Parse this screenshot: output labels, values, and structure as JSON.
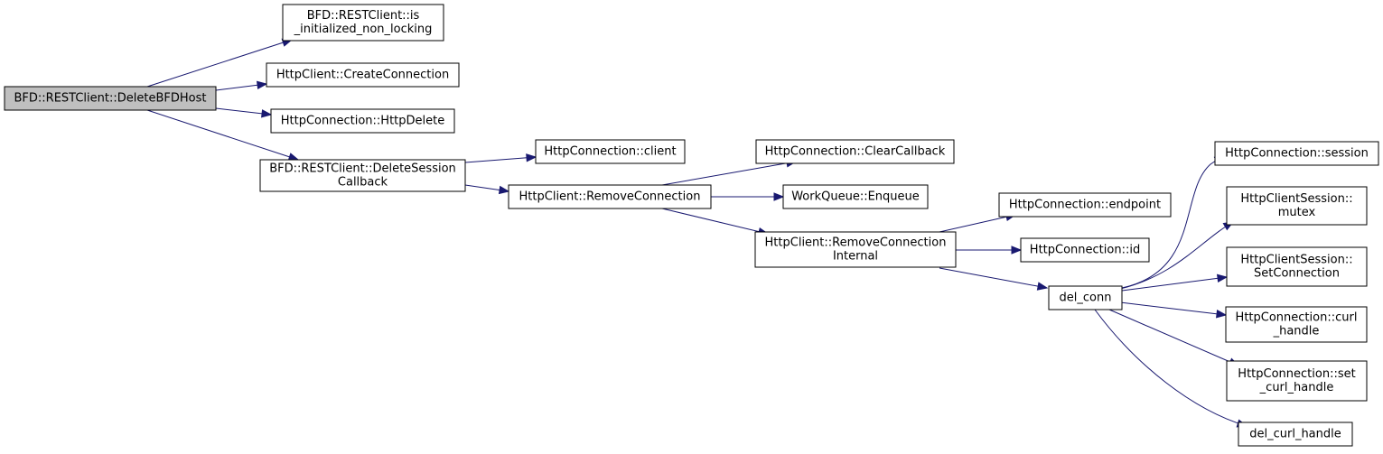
{
  "graph": {
    "nodes": [
      {
        "id": "root",
        "lines": [
          "BFD::RESTClient::DeleteBFDHost"
        ],
        "is_root": true
      },
      {
        "id": "is_init",
        "lines": [
          "BFD::RESTClient::is",
          "_initialized_non_locking"
        ]
      },
      {
        "id": "create_conn",
        "lines": [
          "HttpClient::CreateConnection"
        ]
      },
      {
        "id": "http_delete",
        "lines": [
          "HttpConnection::HttpDelete"
        ]
      },
      {
        "id": "del_session_cb",
        "lines": [
          "BFD::RESTClient::DeleteSession",
          "Callback"
        ]
      },
      {
        "id": "conn_client",
        "lines": [
          "HttpConnection::client"
        ]
      },
      {
        "id": "remove_conn",
        "lines": [
          "HttpClient::RemoveConnection"
        ]
      },
      {
        "id": "clear_cb",
        "lines": [
          "HttpConnection::ClearCallback"
        ]
      },
      {
        "id": "enqueue",
        "lines": [
          "WorkQueue::Enqueue"
        ]
      },
      {
        "id": "remove_conn_internal",
        "lines": [
          "HttpClient::RemoveConnection",
          "Internal"
        ]
      },
      {
        "id": "endpoint",
        "lines": [
          "HttpConnection::endpoint"
        ]
      },
      {
        "id": "conn_id",
        "lines": [
          "HttpConnection::id"
        ]
      },
      {
        "id": "del_conn",
        "lines": [
          "del_conn"
        ]
      },
      {
        "id": "session",
        "lines": [
          "HttpConnection::session"
        ]
      },
      {
        "id": "mutex",
        "lines": [
          "HttpClientSession::",
          "mutex"
        ]
      },
      {
        "id": "set_connection",
        "lines": [
          "HttpClientSession::",
          "SetConnection"
        ]
      },
      {
        "id": "curl_handle",
        "lines": [
          "HttpConnection::curl",
          "_handle"
        ]
      },
      {
        "id": "set_curl_handle",
        "lines": [
          "HttpConnection::set",
          "_curl_handle"
        ]
      },
      {
        "id": "del_curl_handle",
        "lines": [
          "del_curl_handle"
        ]
      }
    ],
    "edges": [
      {
        "from": "root",
        "to": "is_init"
      },
      {
        "from": "root",
        "to": "create_conn"
      },
      {
        "from": "root",
        "to": "http_delete"
      },
      {
        "from": "root",
        "to": "del_session_cb"
      },
      {
        "from": "del_session_cb",
        "to": "conn_client"
      },
      {
        "from": "del_session_cb",
        "to": "remove_conn"
      },
      {
        "from": "remove_conn",
        "to": "clear_cb"
      },
      {
        "from": "remove_conn",
        "to": "enqueue"
      },
      {
        "from": "remove_conn",
        "to": "remove_conn_internal"
      },
      {
        "from": "remove_conn_internal",
        "to": "endpoint"
      },
      {
        "from": "remove_conn_internal",
        "to": "conn_id"
      },
      {
        "from": "remove_conn_internal",
        "to": "del_conn"
      },
      {
        "from": "del_conn",
        "to": "session"
      },
      {
        "from": "del_conn",
        "to": "mutex"
      },
      {
        "from": "del_conn",
        "to": "set_connection"
      },
      {
        "from": "del_conn",
        "to": "curl_handle"
      },
      {
        "from": "del_conn",
        "to": "set_curl_handle"
      },
      {
        "from": "del_conn",
        "to": "del_curl_handle"
      }
    ],
    "colors": {
      "edge": "#191970",
      "root_fill": "#bfbfbf",
      "node_fill": "#ffffff",
      "node_border": "#000000"
    }
  }
}
